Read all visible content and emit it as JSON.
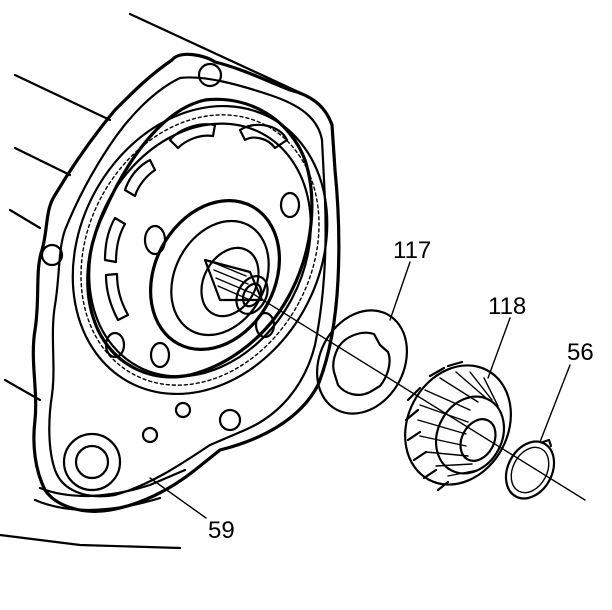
{
  "callouts": [
    {
      "id": "117",
      "text": "117"
    },
    {
      "id": "118",
      "text": "118"
    },
    {
      "id": "56",
      "text": "56"
    },
    {
      "id": "59",
      "text": "59"
    }
  ],
  "colors": {
    "ink": "#000000",
    "paper": "#ffffff"
  }
}
